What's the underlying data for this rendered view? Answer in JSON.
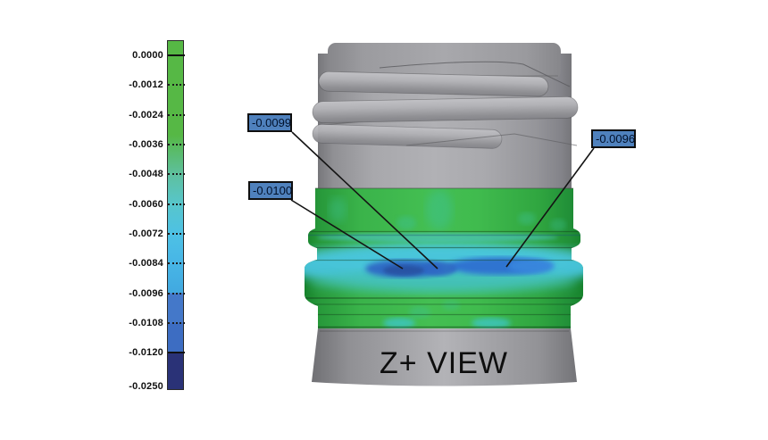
{
  "view": {
    "label": "Z+ VIEW"
  },
  "colorbar": {
    "ticks": [
      {
        "label": "0.0000",
        "style": "solid"
      },
      {
        "label": "-0.0012",
        "style": "dotted"
      },
      {
        "label": "-0.0024",
        "style": "dotted"
      },
      {
        "label": "-0.0036",
        "style": "dotted"
      },
      {
        "label": "-0.0048",
        "style": "dotted"
      },
      {
        "label": "-0.0060",
        "style": "dotted"
      },
      {
        "label": "-0.0072",
        "style": "dotted"
      },
      {
        "label": "-0.0084",
        "style": "dotted"
      },
      {
        "label": "-0.0096",
        "style": "dotted"
      },
      {
        "label": "-0.0108",
        "style": "dotted"
      },
      {
        "label": "-0.0120",
        "style": "solid"
      },
      {
        "label": "-0.0250",
        "style": "end"
      }
    ],
    "colors": {
      "green": "#56b845",
      "teal": "#5ec0a0",
      "cyan": "#4dc1e5",
      "blue": "#4478c9",
      "blue_dark": "#3d6dc2",
      "navy": "#2a3277"
    }
  },
  "annotations": [
    {
      "label": "-0.0099"
    },
    {
      "label": "-0.0100"
    },
    {
      "label": "-0.0096"
    }
  ],
  "annotation_fill": "#4f81bd",
  "chart_data": {
    "type": "heatmap",
    "title": "Z+ VIEW",
    "description": "Surface deviation colormap on bottle neck finish, Z+ view",
    "colorbar_ticks": [
      0.0,
      -0.0012,
      -0.0024,
      -0.0036,
      -0.0048,
      -0.006,
      -0.0072,
      -0.0084,
      -0.0096,
      -0.0108,
      -0.012,
      -0.025
    ],
    "colorbar_range": [
      0.0,
      -0.025
    ],
    "colorbar_colors_top_to_bottom": [
      "#56b845",
      "#5ec0a0",
      "#57c6cc",
      "#4dc1e5",
      "#47b5e6",
      "#4478c9",
      "#3d6dc2",
      "#2a3277"
    ],
    "legend_position": "left",
    "annotated_points": [
      {
        "value": -0.0099,
        "region": "center of blue deviation band"
      },
      {
        "value": -0.01,
        "region": "left of blue deviation band"
      },
      {
        "value": -0.0096,
        "region": "right of blue deviation band"
      }
    ]
  }
}
